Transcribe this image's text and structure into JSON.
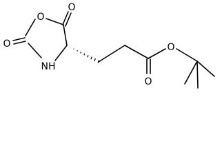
{
  "molecule": {
    "atoms": {
      "ring_oxygen": "O",
      "carbonyl_oxygen_top": "O",
      "carbonyl_oxygen_left": "O",
      "ring_nitrogen": "NH",
      "ester_carbonyl_oxygen": "O",
      "ester_oxygen": "O"
    },
    "stereo_bond": "hashed-wedge",
    "colors": {
      "bond": "#000000",
      "text": "#000000",
      "background": "#ffffff"
    }
  }
}
